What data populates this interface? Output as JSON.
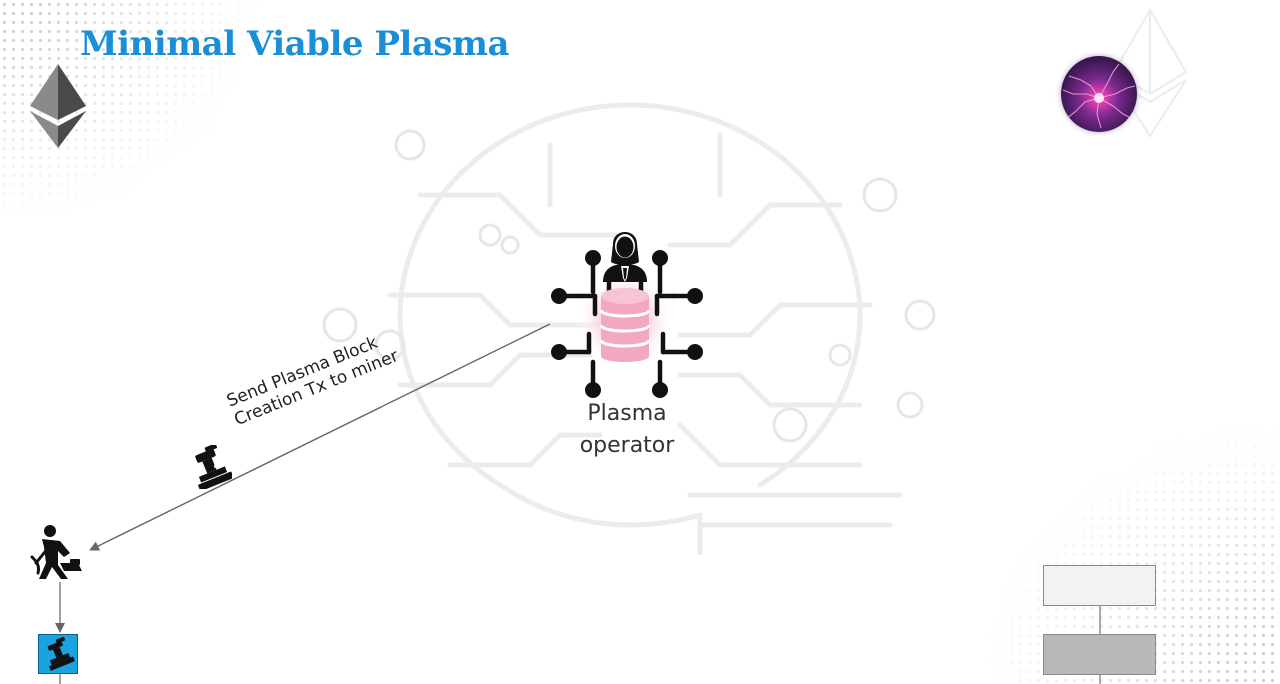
{
  "slide": {
    "title": "Minimal Viable Plasma"
  },
  "colors": {
    "title": "#1a8fd8",
    "database": "#f2a7c3",
    "icon": "#111111",
    "arrow": "#666666",
    "tx_box": "#1aa3e0",
    "block_light": "#f2f2f2",
    "block_dark": "#b8b8b8"
  },
  "icons": {
    "ethereum": "ethereum-logo-icon",
    "plasma": "plasma-ball-icon",
    "operator": "plasma-operator-icon",
    "transaction": "transaction-stamp-icon",
    "miner": "miner-icon"
  },
  "operator": {
    "label_line1": "Plasma",
    "label_line2": "operator"
  },
  "arrow": {
    "label_line1": "Send Plasma Block",
    "label_line2": "Creation Tx to miner"
  }
}
